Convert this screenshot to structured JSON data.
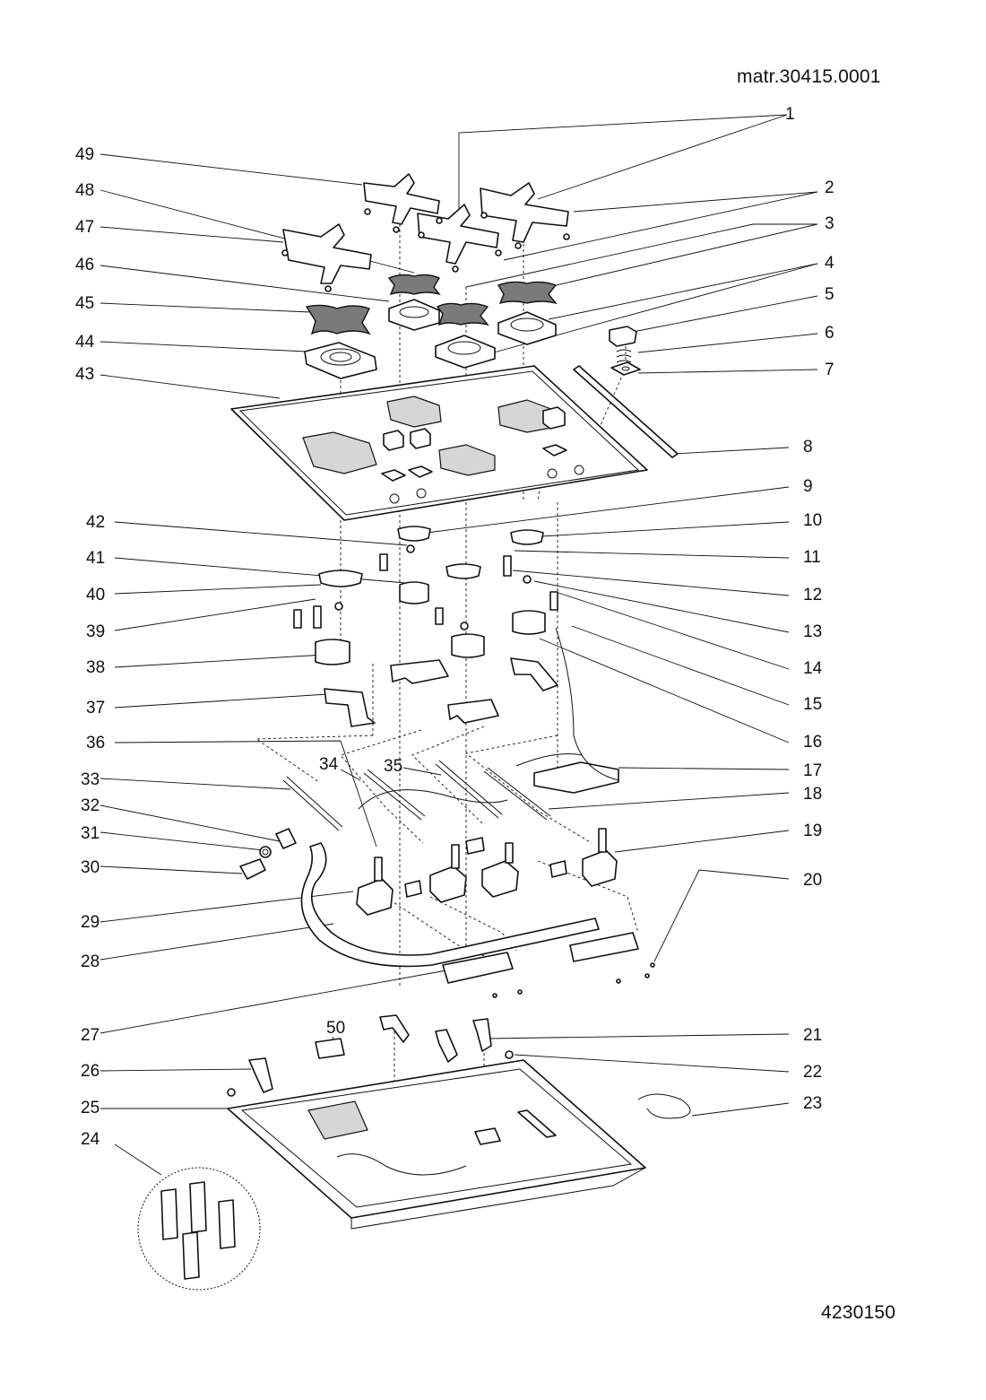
{
  "header": {
    "matr": "matr.30415.0001",
    "code": "4230150"
  },
  "callouts": [
    {
      "id": "1",
      "text": "1"
    },
    {
      "id": "2",
      "text": "2"
    },
    {
      "id": "3",
      "text": "3"
    },
    {
      "id": "4",
      "text": "4"
    },
    {
      "id": "5",
      "text": "5"
    },
    {
      "id": "6",
      "text": "6"
    },
    {
      "id": "7",
      "text": "7"
    },
    {
      "id": "8",
      "text": "8"
    },
    {
      "id": "9",
      "text": "9"
    },
    {
      "id": "10",
      "text": "10"
    },
    {
      "id": "11",
      "text": "11"
    },
    {
      "id": "12",
      "text": "12"
    },
    {
      "id": "13",
      "text": "13"
    },
    {
      "id": "14",
      "text": "14"
    },
    {
      "id": "15",
      "text": "15"
    },
    {
      "id": "16",
      "text": "16"
    },
    {
      "id": "17",
      "text": "17"
    },
    {
      "id": "18",
      "text": "18"
    },
    {
      "id": "19",
      "text": "19"
    },
    {
      "id": "20",
      "text": "20"
    },
    {
      "id": "21",
      "text": "21"
    },
    {
      "id": "22",
      "text": "22"
    },
    {
      "id": "23",
      "text": "23"
    },
    {
      "id": "24",
      "text": "24"
    },
    {
      "id": "25",
      "text": "25"
    },
    {
      "id": "26",
      "text": "26"
    },
    {
      "id": "27",
      "text": "27"
    },
    {
      "id": "28",
      "text": "28"
    },
    {
      "id": "29",
      "text": "29"
    },
    {
      "id": "30",
      "text": "30"
    },
    {
      "id": "31",
      "text": "31"
    },
    {
      "id": "32",
      "text": "32"
    },
    {
      "id": "33",
      "text": "33"
    },
    {
      "id": "34",
      "text": "34"
    },
    {
      "id": "35",
      "text": "35"
    },
    {
      "id": "36",
      "text": "36"
    },
    {
      "id": "37",
      "text": "37"
    },
    {
      "id": "38",
      "text": "38"
    },
    {
      "id": "39",
      "text": "39"
    },
    {
      "id": "40",
      "text": "40"
    },
    {
      "id": "41",
      "text": "41"
    },
    {
      "id": "42",
      "text": "42"
    },
    {
      "id": "43",
      "text": "43"
    },
    {
      "id": "44",
      "text": "44"
    },
    {
      "id": "45",
      "text": "45"
    },
    {
      "id": "46",
      "text": "46"
    },
    {
      "id": "47",
      "text": "47"
    },
    {
      "id": "48",
      "text": "48"
    },
    {
      "id": "49",
      "text": "49"
    },
    {
      "id": "50",
      "text": "50"
    }
  ]
}
